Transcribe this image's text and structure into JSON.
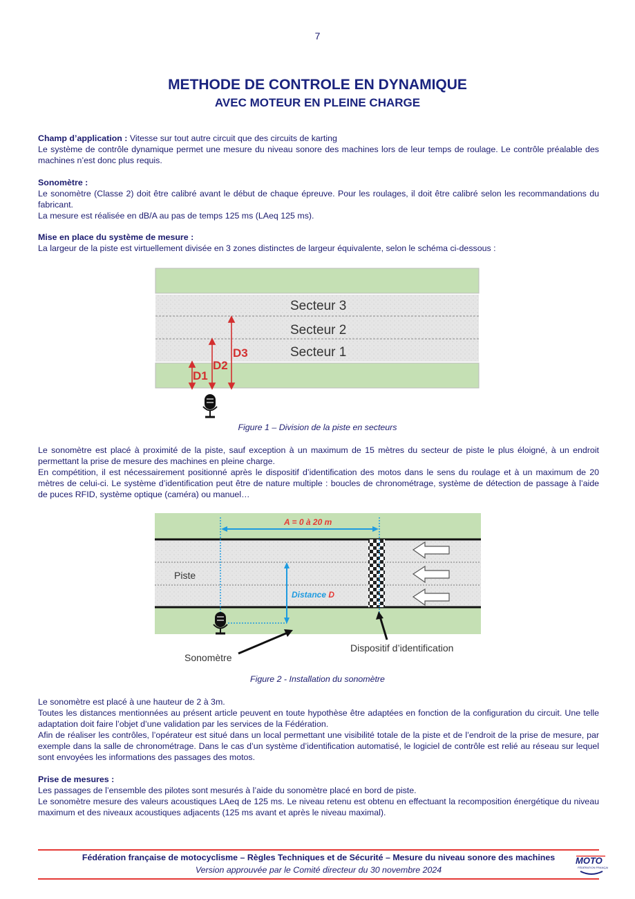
{
  "page_number": "7",
  "title": "METHODE DE CONTROLE EN DYNAMIQUE",
  "subtitle": "AVEC MOTEUR EN PLEINE CHARGE",
  "champ": {
    "heading": "Champ d’application :",
    "text": " Vitesse sur tout autre circuit que des circuits de karting",
    "p2": "Le système de contrôle dynamique permet une mesure du niveau sonore des machines lors de leur temps de roulage. Le contrôle préalable des machines n’est donc plus requis."
  },
  "sonometre": {
    "heading": "Sonomètre :",
    "p1": "Le sonomètre (Classe 2) doit être calibré avant le début de chaque épreuve. Pour les roulages, il doit être calibré selon les recommandations du fabricant.",
    "p2": "La mesure est réalisée en dB/A au pas de temps 125 ms (LAeq 125 ms)."
  },
  "mise": {
    "heading": "Mise en place du système de mesure :",
    "p1": "La largeur de la piste est virtuellement divisée en 3 zones distinctes de largeur équivalente, selon le schéma ci-dessous :"
  },
  "figure1": {
    "sector3": "Secteur 3",
    "sector2": "Secteur 2",
    "sector1": "Secteur 1",
    "d1": "D1",
    "d2": "D2",
    "d3": "D3",
    "caption": "Figure 1 – Division de la piste en secteurs"
  },
  "para_placement": {
    "p1": "Le sonomètre est placé à proximité de la piste, sauf exception à un maximum de 15 mètres du secteur de piste le plus éloigné, à un endroit permettant la prise de mesure des machines en pleine charge.",
    "p2": "En compétition, il est nécessairement positionné après le dispositif d’identification des motos dans le sens du roulage et à un maximum de 20 mètres de celui-ci. Le système d’identification peut être de nature multiple : boucles de chronométrage, système de détection de passage à l’aide de puces RFID, système optique (caméra) ou manuel…"
  },
  "figure2": {
    "distance_a": "A = 0 à 20 m",
    "piste": "Piste",
    "distance_d_prefix": "Distance ",
    "distance_d_letter": "D",
    "sonometre_label": "Sonomètre",
    "dispositif_label": "Dispositif d’identification",
    "caption": "Figure 2 - Installation du sonomètre"
  },
  "para_install": {
    "p1": "Le sonomètre est placé à une hauteur de 2 à 3m.",
    "p2": "Toutes les distances mentionnées au présent article peuvent en toute hypothèse être adaptées en fonction de la configuration du circuit. Une telle adaptation doit faire l’objet d’une validation par les services de la Fédération.",
    "p3": "Afin de réaliser les contrôles, l’opérateur est situé dans un local permettant une visibilité totale de la piste et de l’endroit de la prise de mesure, par exemple dans la salle de chronométrage. Dans le cas d’un système d’identification automatisé, le logiciel de contrôle est relié au réseau sur lequel sont envoyées les informations des passages des motos."
  },
  "prise": {
    "heading": "Prise de mesures :",
    "p1": "Les passages de l’ensemble des pilotes sont mesurés à l’aide du sonomètre placé en bord de piste.",
    "p2": "Le sonomètre mesure des valeurs acoustiques LAeq de 125 ms. Le niveau retenu est obtenu en effectuant la recomposition énergétique du niveau maximum et des niveaux acoustiques adjacents (125 ms avant et après le niveau maximal)."
  },
  "footer": {
    "line1": "Fédération française de motocyclisme – Règles Techniques et de Sécurité – Mesure du niveau sonore des machines",
    "line2": "Version approuvée par le Comité directeur du 30 novembre 2024",
    "logo_text": "MOTO",
    "logo_sub": "FÉDÉRATION FRANÇAISE"
  },
  "colors": {
    "text": "#1b1b6e",
    "title": "#1a237e",
    "accent_red": "#e53935",
    "green": "#c5e0b4",
    "track": "#e3e3e3",
    "blue": "#1e9be0"
  }
}
